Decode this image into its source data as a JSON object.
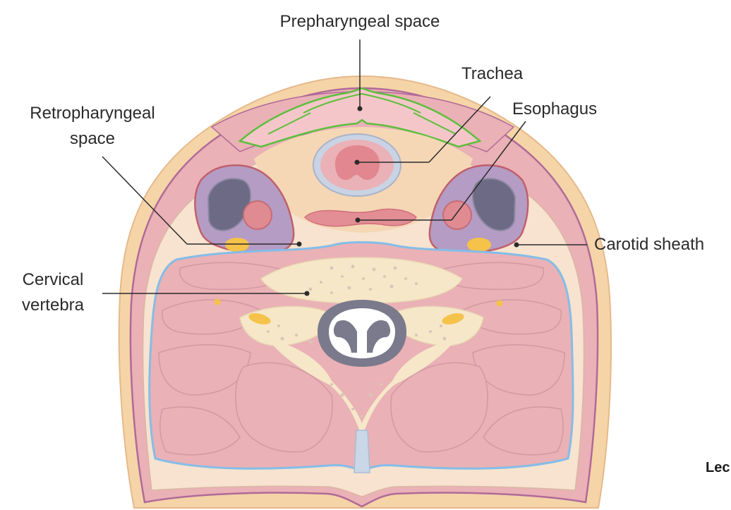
{
  "labels": {
    "prepharyngeal": "Prepharyngeal space",
    "trachea": "Trachea",
    "esophagus": "Esophagus",
    "retropharyngeal_line1": "Retropharyngeal",
    "retropharyngeal_line2": "space",
    "carotid_sheath": "Carotid sheath",
    "cervical_line1": "Cervical",
    "cervical_line2": "vertebra"
  },
  "watermark": "Lec",
  "colors": {
    "skin": "#f5d4a8",
    "muscle": "#eab1b6",
    "muscle_outline": "#b06a98",
    "fat": "#f7e3cf",
    "green_fascia": "#5cbf3c",
    "blue_fascia": "#84bde8",
    "sheath": "#b59cc4",
    "vein": "#6c6a84",
    "artery": "#e08a92",
    "nerve": "#f5c24a",
    "bone": "#f6e7c8",
    "cord": "#7a7a8c"
  }
}
